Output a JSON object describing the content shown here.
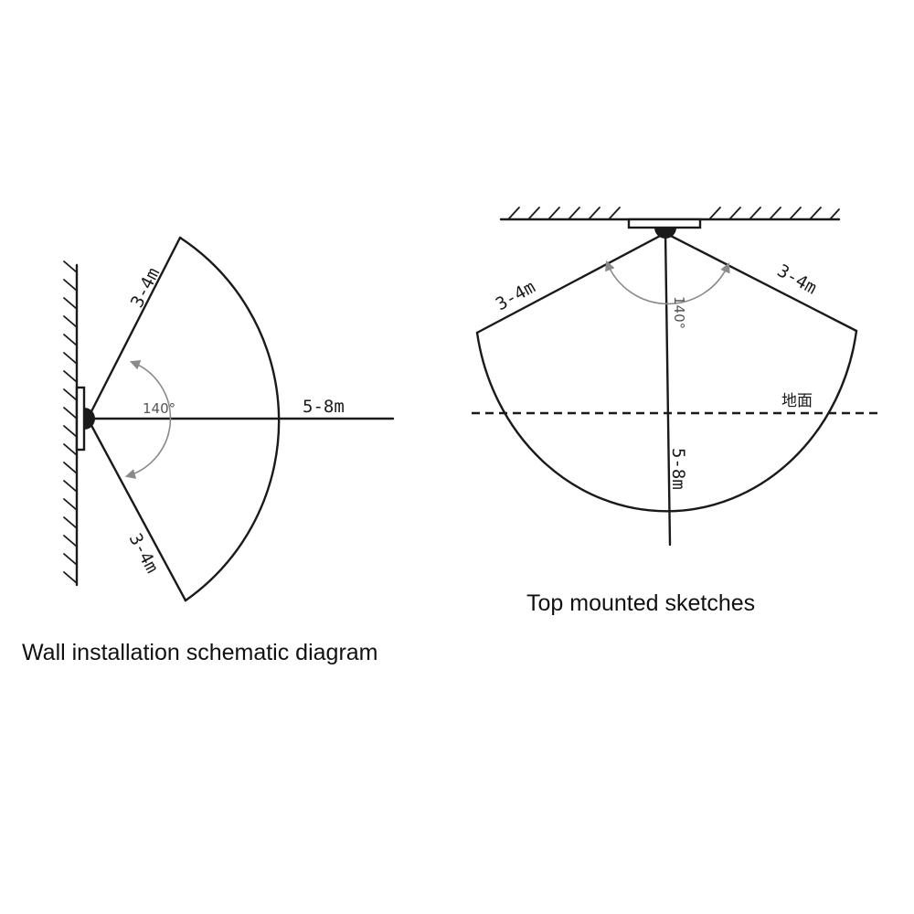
{
  "wall_diagram": {
    "caption": "Wall installation schematic diagram",
    "upper_edge_label": "3-4m",
    "lower_edge_label": "3-4m",
    "range_label": "5-8m",
    "angle_label": "140°"
  },
  "ceiling_diagram": {
    "caption": "Top mounted sketches",
    "left_edge_label": "3-4m",
    "right_edge_label": "3-4m",
    "range_label": "5-8m",
    "angle_label": "140°",
    "ground_label": "地面"
  }
}
